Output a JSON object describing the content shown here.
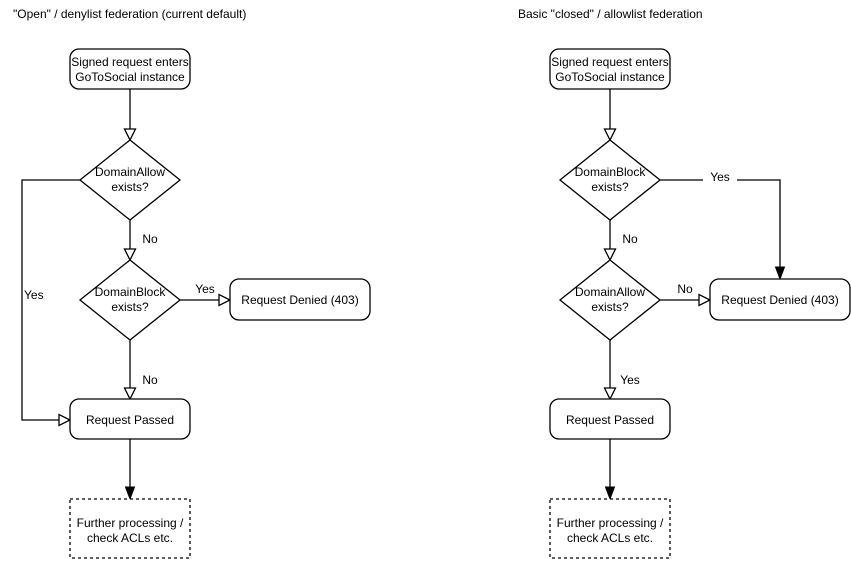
{
  "canvas": {
    "background": "#ffffff",
    "stroke_color": "#000000",
    "text_color": "#000000"
  },
  "left_chart": {
    "title": "\"Open\" / denylist federation (current default)",
    "start": {
      "line1": "Signed request enters",
      "line2": "GoToSocial instance"
    },
    "decision1": {
      "line1": "DomainAllow",
      "line2": "exists?"
    },
    "decision1_no": "No",
    "decision1_yes": "Yes",
    "decision2": {
      "line1": "DomainBlock",
      "line2": "exists?"
    },
    "decision2_yes": "Yes",
    "decision2_no": "No",
    "denied": "Request Denied (403)",
    "passed": "Request Passed",
    "further": {
      "line1": "Further processing /",
      "line2": "check ACLs etc."
    }
  },
  "right_chart": {
    "title": "Basic \"closed\" / allowlist federation",
    "start": {
      "line1": "Signed request enters",
      "line2": "GoToSocial instance"
    },
    "decision1": {
      "line1": "DomainBlock",
      "line2": "exists?"
    },
    "decision1_yes": "Yes",
    "decision1_no": "No",
    "decision2": {
      "line1": "DomainAllow",
      "line2": "exists?"
    },
    "decision2_no": "No",
    "decision2_yes": "Yes",
    "denied": "Request Denied (403)",
    "passed": "Request Passed",
    "further": {
      "line1": "Further processing /",
      "line2": "check ACLs etc."
    }
  }
}
